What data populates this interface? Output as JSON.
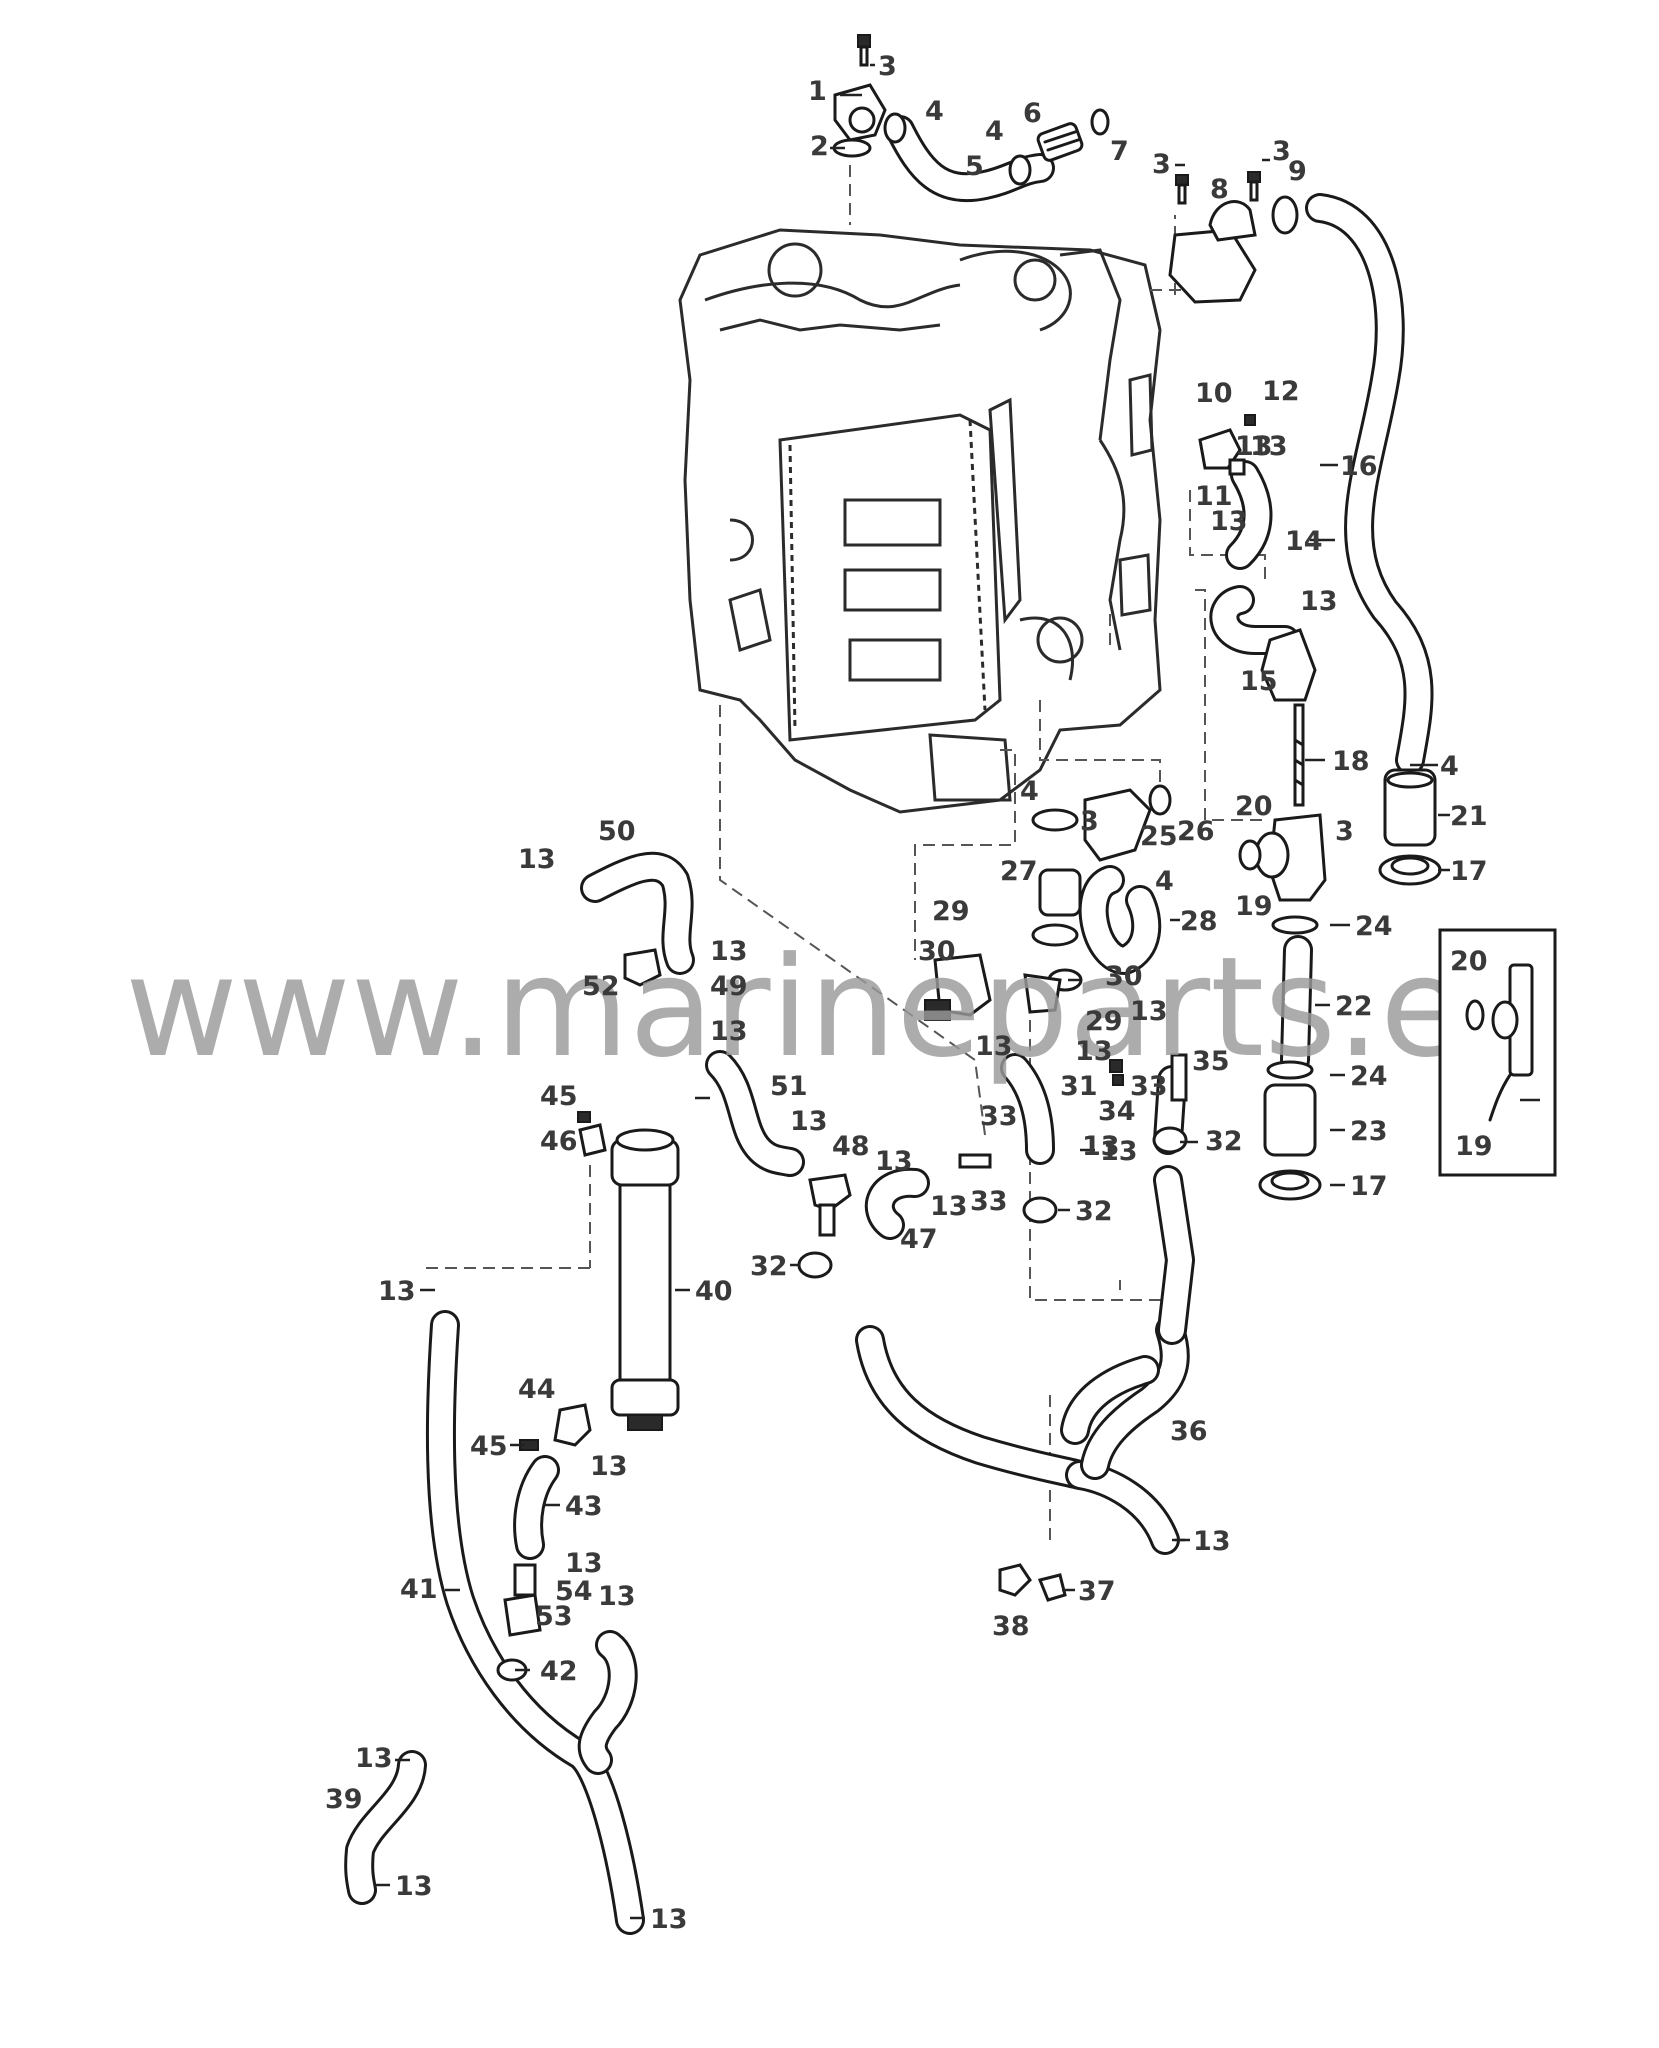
{
  "watermark": "www.marineparts.eu",
  "callouts": {
    "c1": "1",
    "c2": "2",
    "c3a": "3",
    "c3b": "3",
    "c3c": "3",
    "c3d": "3",
    "c3e": "3",
    "c4a": "4",
    "c4b": "4",
    "c4c": "4",
    "c4d": "4",
    "c4e": "4",
    "c5": "5",
    "c6": "6",
    "c7": "7",
    "c8": "8",
    "c9": "9",
    "c10": "10",
    "c11": "11",
    "c12": "12",
    "c13a": "13",
    "c13b": "13",
    "c13c": "13",
    "c13d": "13",
    "c13e": "13",
    "c13f": "13",
    "c13g": "13",
    "c13h": "13",
    "c13i": "13",
    "c13j": "13",
    "c13k": "13",
    "c13l": "13",
    "c13m": "13",
    "c13n": "13",
    "c13o": "13",
    "c13p": "13",
    "c13q": "13",
    "c13r": "13",
    "c13s": "13",
    "c13t": "13",
    "c13u": "13",
    "c13v": "13",
    "c13w": "13",
    "c14": "14",
    "c15": "15",
    "c16": "16",
    "c17a": "17",
    "c17b": "17",
    "c18": "18",
    "c19a": "19",
    "c19b": "19",
    "c20a": "20",
    "c20b": "20",
    "c21": "21",
    "c22": "22",
    "c23": "23",
    "c24a": "24",
    "c24b": "24",
    "c25": "25",
    "c26": "26",
    "c27": "27",
    "c28": "28",
    "c29a": "29",
    "c29b": "29",
    "c30a": "30",
    "c30b": "30",
    "c31": "31",
    "c32a": "32",
    "c32b": "32",
    "c32c": "32",
    "c33a": "33",
    "c33b": "33",
    "c33c": "33",
    "c34": "34",
    "c35": "35",
    "c36": "36",
    "c37": "37",
    "c38": "38",
    "c39": "39",
    "c40": "40",
    "c41": "41",
    "c42": "42",
    "c43": "43",
    "c44": "44",
    "c45a": "45",
    "c45b": "45",
    "c46": "46",
    "c47": "47",
    "c48": "48",
    "c49": "49",
    "c50": "50",
    "c51": "51",
    "c52": "52",
    "c53": "53",
    "c54": "54"
  }
}
